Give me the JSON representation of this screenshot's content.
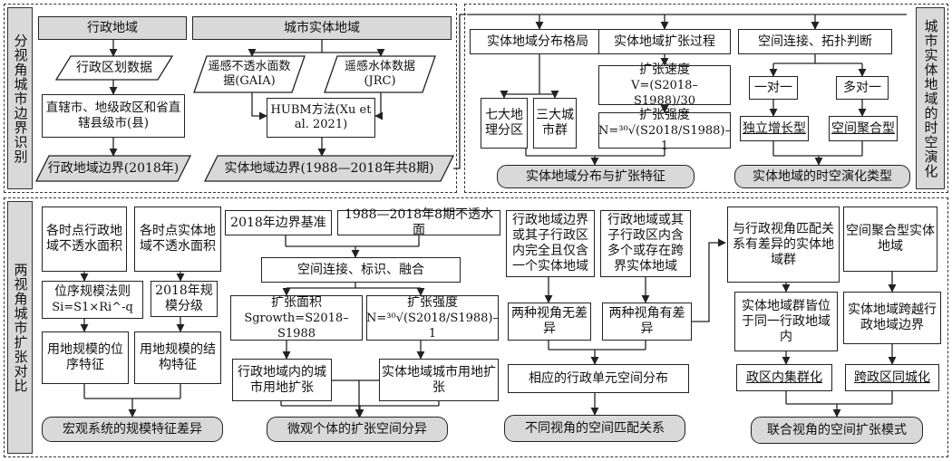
{
  "sections": {
    "left_top": "分视角城市边界识别",
    "right_top": "城市实体地域的时空演化",
    "left_bottom": "两视角城市扩张对比"
  },
  "top_left": {
    "admin_header": "行政地域",
    "urban_header": "城市实体地域",
    "admin_data": "行政区划数据",
    "gaia": "遥感不透水面数据(GAIA)",
    "jrc": "遥感水体数据(JRC)",
    "admin_units": "直辖市、地级政区和省直辖县级市(县)",
    "hubm": "HUBM方法(Xu et al. 2021)",
    "admin_boundary": "行政地域边界(2018年)",
    "urban_boundary": "实体地域边界(1988—2018年共8期)"
  },
  "top_right": {
    "pattern": "实体地域分布格局",
    "process": "实体地域扩张过程",
    "topology": "空间连接、拓扑判断",
    "seven_regions": "七大地理分区",
    "three_clusters": "三大城市群",
    "speed_title": "扩张速度",
    "speed_formula": "V=(S2018–S1988)/30",
    "intensity_title": "扩张强度",
    "intensity_formula": "N=³⁰√(S2018/S1988)–1",
    "one_to_one": "一对一",
    "many_to_one": "多对一",
    "independent": "独立增长型",
    "aggregation": "空间聚合型",
    "summary_distribution": "实体地域分布与扩张特征",
    "summary_type": "实体地域的时空演化类型"
  },
  "bottom": {
    "admin_impervious": "各时点行政地域不透水面积",
    "urban_impervious": "各时点实体地域不透水面积",
    "boundary_2018": "2018年边界基准",
    "impervious_8": "1988—2018年8期不透水面",
    "spatial_join": "空间连接、标识、融合",
    "rank_size": "位序规模法则",
    "rank_size_formula": "Si=S1×Ri^-q",
    "scale_grading": "2018年规模分级",
    "expansion_area": "扩张面积",
    "expansion_area_formula": "Sgrowth=S2018–S1988",
    "expansion_intensity": "扩张强度",
    "expansion_intensity_formula": "N=³⁰√(S2018/S1988)–1",
    "rank_features": "用地规模的位序特征",
    "structure_features": "用地规模的结构特征",
    "admin_expansion": "行政地域内的城市用地扩张",
    "urban_expansion": "实体地域城市用地扩张",
    "macro_summary": "宏观系统的规模特征差异",
    "micro_summary": "微观个体的扩张空间分异",
    "only_one": "行政地域边界或其子行政区内完全且仅含一个实体地域",
    "multiple": "行政地域或其子行政区内含多个或存在跨界实体地域",
    "no_diff": "两种视角无差异",
    "diff": "两种视角有差异",
    "admin_unit_dist": "相应的行政单元空间分布",
    "match_summary": "不同视角的空间匹配关系",
    "mismatch_group": "与行政视角匹配关系有差异的实体地域群",
    "aggregation_type": "空间聚合型实体地域",
    "within_admin": "实体地域群皆位于同一行政地域内",
    "cross_admin": "实体地域跨越行政地域边界",
    "intra_cluster": "政区内集群化",
    "inter_integration": "跨政区同城化",
    "joint_summary": "联合视角的空间扩张模式"
  }
}
